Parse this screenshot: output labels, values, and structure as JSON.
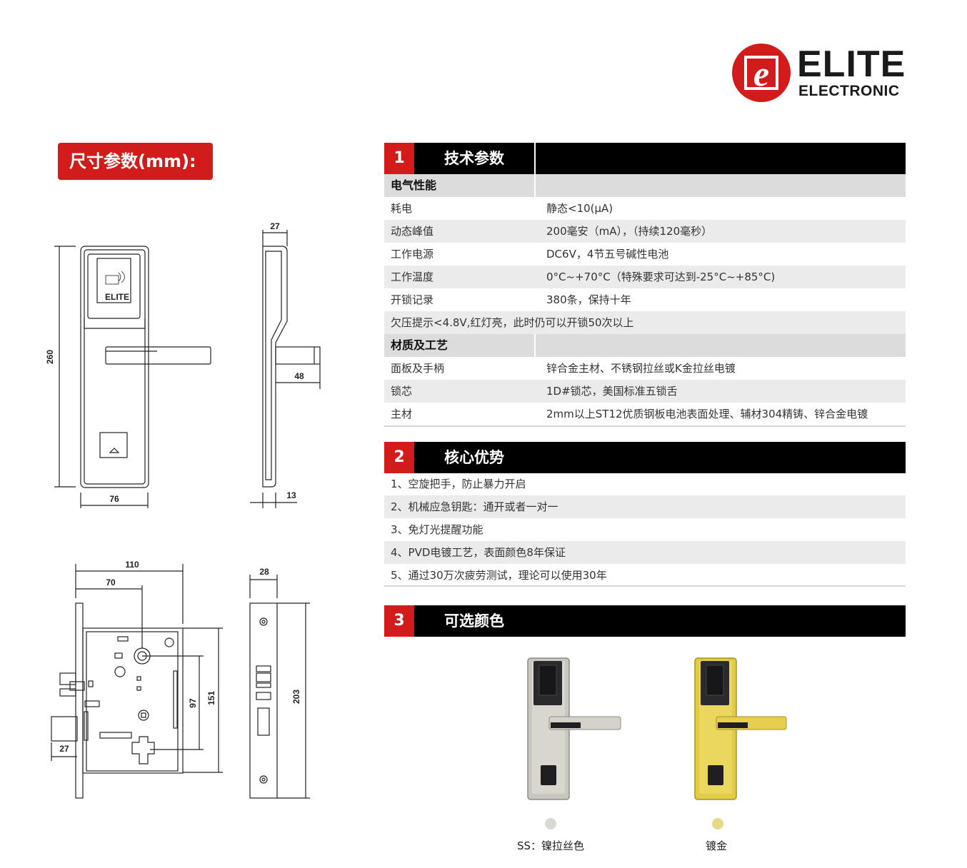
{
  "brand": {
    "name": "ELITE",
    "subtitle": "ELECTRONIC",
    "mark_letter": "e",
    "color_red": "#d21c1c"
  },
  "dimensions": {
    "badge": "尺寸参数(mm):",
    "panel_label": "ELITE",
    "front": {
      "height": "260",
      "width": "76"
    },
    "side": {
      "top": "27",
      "handle": "48",
      "bottom": "13"
    },
    "mortise": {
      "width": "110",
      "center": "70",
      "spacing": "97",
      "height": "151",
      "bolt": "27"
    },
    "faceplate": {
      "width": "28",
      "height": "203"
    }
  },
  "sections": {
    "tech": {
      "num": "1",
      "title": "技术参数"
    },
    "advantages": {
      "num": "2",
      "title": "核心优势"
    },
    "colors": {
      "num": "3",
      "title": "可选颜色"
    }
  },
  "specs": {
    "group_electrical": "电气性能",
    "rows_electrical": [
      {
        "label": "耗电",
        "value": "静态<10(µA)"
      },
      {
        "label": "动态峰值",
        "value": "200毫安（mA），（持续120毫秒）"
      },
      {
        "label": "工作电源",
        "value": "DC6V，4节五号碱性电池"
      },
      {
        "label": "工作温度",
        "value": "0°C~+70°C（特殊要求可达到-25°C~+85°C)"
      },
      {
        "label": "开锁记录",
        "value": "380条，保持十年"
      }
    ],
    "low_voltage_note": "欠压提示<4.8V,红灯亮，此时仍可以开锁50次以上",
    "group_material": "材质及工艺",
    "rows_material": [
      {
        "label": "面板及手柄",
        "value": "锌合金主材、不锈钢拉丝或K金拉丝电镀"
      },
      {
        "label": "锁芯",
        "value": "1D#锁芯，美国标准五锁舌"
      },
      {
        "label": "主材",
        "value": "2mm以上ST12优质钢板电池表面处理、辅材304精铸、锌合金电镀"
      }
    ]
  },
  "advantages": [
    "1、空旋把手，防止暴力开启",
    "2、机械应急钥匙：通开或者一对一",
    "3、免灯光提醒功能",
    "4、PVD电镀工艺，表面颜色8年保证",
    "5、通过30万次疲劳测试，理论可以使用30年"
  ],
  "color_options": [
    {
      "label": "SS：镍拉丝色",
      "swatch": "#d9d8d2",
      "body": "#c9c7bf",
      "shade": "#9c9a92"
    },
    {
      "label": "镀金",
      "swatch": "#e8d98a",
      "body": "#e2cb45",
      "shade": "#a8902a"
    }
  ]
}
